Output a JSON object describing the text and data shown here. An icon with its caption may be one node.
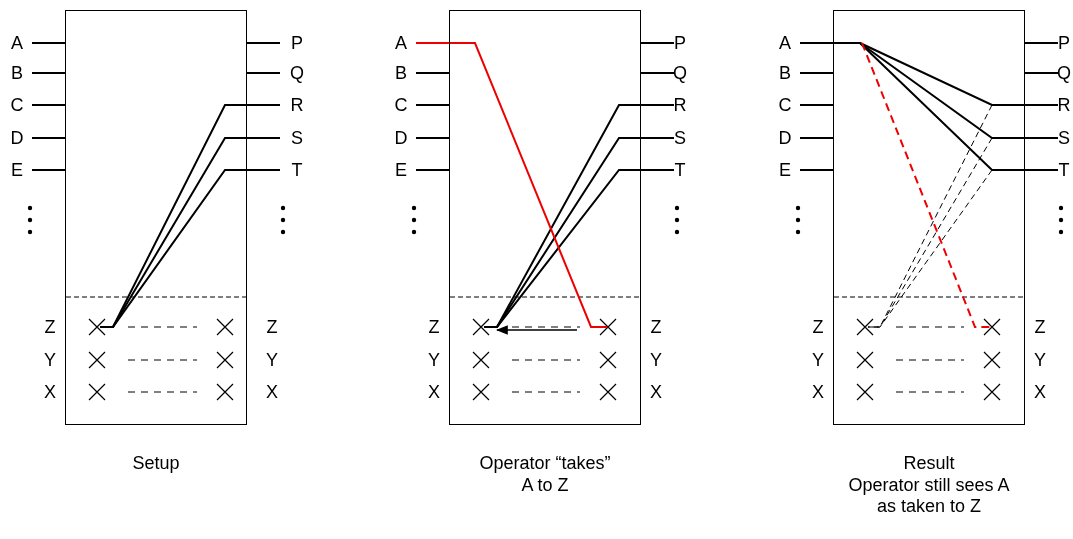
{
  "diagram": {
    "nodes": [
      {
        "text": [],
        "shape": "box",
        "beside": [
          "Setup"
        ]
      },
      {
        "text": [],
        "shape": "box",
        "beside": [
          "Operator “takes” A to Z"
        ]
      },
      {
        "text": [],
        "shape": "box",
        "beside": [
          "Result",
          "Operator still sees A as taken to Z"
        ]
      }
    ],
    "labels": [
      "A",
      "P",
      "B",
      "Q",
      "C",
      "R",
      "D",
      "S",
      "E",
      "T",
      "Z",
      "Z",
      "Y",
      "Y",
      "X",
      "X",
      "A",
      "P",
      "B",
      "Q",
      "C",
      "R",
      "D",
      "S",
      "E",
      "T",
      "Z",
      "Z",
      "Y",
      "Y",
      "X",
      "X",
      "A",
      "P",
      "B",
      "Q",
      "C",
      "R",
      "D",
      "S",
      "E",
      "T",
      "Z",
      "Z",
      "Y",
      "Y",
      "X",
      "X"
    ]
  }
}
